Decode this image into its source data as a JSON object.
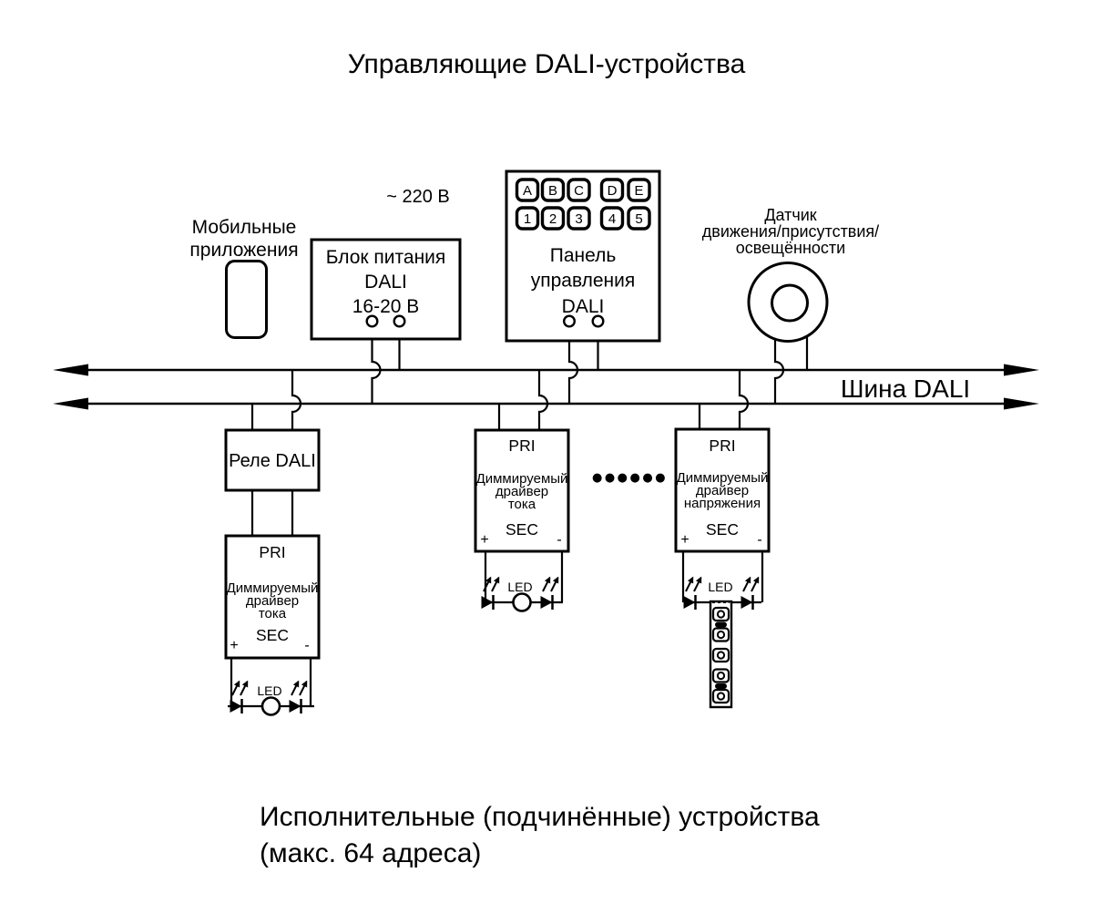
{
  "title": "Управляющие DALI-устройства",
  "voltage_label": "~ 220 В",
  "mobile_apps": {
    "label": [
      "Мобильные",
      "приложения"
    ]
  },
  "power_supply": {
    "label": [
      "Блок питания",
      "DALI",
      "16-20 В"
    ]
  },
  "control_panel": {
    "letter_buttons": [
      "A",
      "B",
      "C",
      "D",
      "E"
    ],
    "digit_buttons": [
      "1",
      "2",
      "3",
      "4",
      "5"
    ],
    "label": [
      "Панель",
      "управления",
      "DALI"
    ]
  },
  "sensor": {
    "label": [
      "Датчик",
      "движения/присутствия/",
      "освещённости"
    ]
  },
  "bus": {
    "label": "Шина DALI"
  },
  "relay": {
    "label": "Реле DALI"
  },
  "driver_current_1": {
    "pri": "PRI",
    "type": [
      "Диммируемый",
      "драйвер",
      "тока"
    ],
    "sec": "SEC",
    "plus": "+",
    "minus": "-",
    "led": "LED"
  },
  "driver_current_2": {
    "pri": "PRI",
    "type": [
      "Диммируемый",
      "драйвер",
      "тока"
    ],
    "sec": "SEC",
    "plus": "+",
    "minus": "-",
    "led": "LED"
  },
  "driver_voltage": {
    "pri": "PRI",
    "type": [
      "Диммируемый",
      "драйвер",
      "напряжения"
    ],
    "sec": "SEC",
    "plus": "+",
    "minus": "-",
    "led": "LED"
  },
  "ellipsis": "●●●●●●",
  "caption": [
    "Исполнительные (подчинённые) устройства",
    "(макс. 64 адреса)"
  ],
  "colors": {
    "ink": "#000000",
    "background": "#ffffff"
  }
}
